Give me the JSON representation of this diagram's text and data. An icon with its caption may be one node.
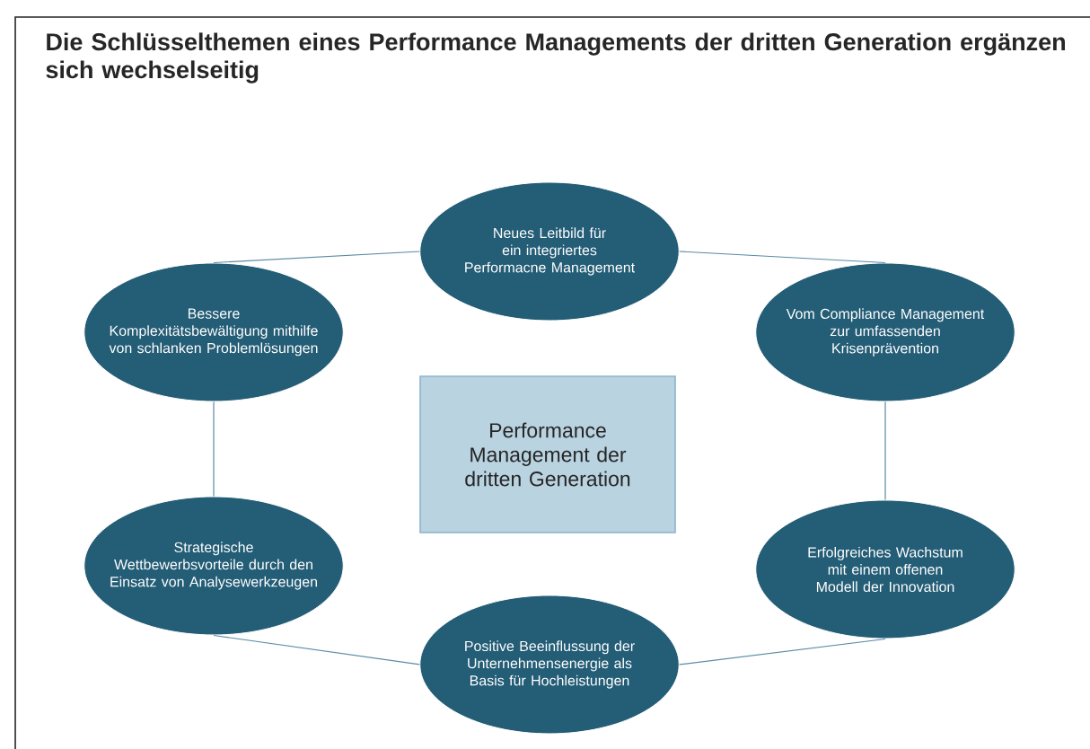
{
  "diagram": {
    "title": "Die Schlüsselthemen eines Performance Managements der dritten Generation ergänzen sich wechselseitig",
    "nodes": [
      {
        "text": [
          "Neues Leitbild für ein integriertes Performacne Management"
        ]
      },
      {
        "text": [
          "Bessere Komplexitätsbewältigung mithilfe von schlanken Problemlösungen"
        ]
      },
      {
        "text": [
          "Vom Compliance Management zur umfassenden Krisenprävention"
        ]
      },
      {
        "text": [
          "Performance Management der dritten Generation"
        ]
      },
      {
        "text": [
          "Strategische Wettbewerbsvorteile durch den Einsatz von Analysewerkzeugen"
        ]
      },
      {
        "text": [
          "Erfolgreiches Wachstum mit einem offenen Modell der Innovation"
        ]
      },
      {
        "text": [
          "Positive Beeinflussung der Unternehmensenergie als Basis für Hochleistungen"
        ]
      }
    ],
    "edges": [
      {
        "from": 0,
        "to": 2,
        "arrow": "none"
      },
      {
        "from": 2,
        "to": 5,
        "arrow": "none"
      },
      {
        "from": 5,
        "to": 6,
        "arrow": "none"
      },
      {
        "from": 6,
        "to": 4,
        "arrow": "none"
      },
      {
        "from": 4,
        "to": 1,
        "arrow": "none"
      },
      {
        "from": 1,
        "to": 0,
        "arrow": "none"
      }
    ]
  }
}
